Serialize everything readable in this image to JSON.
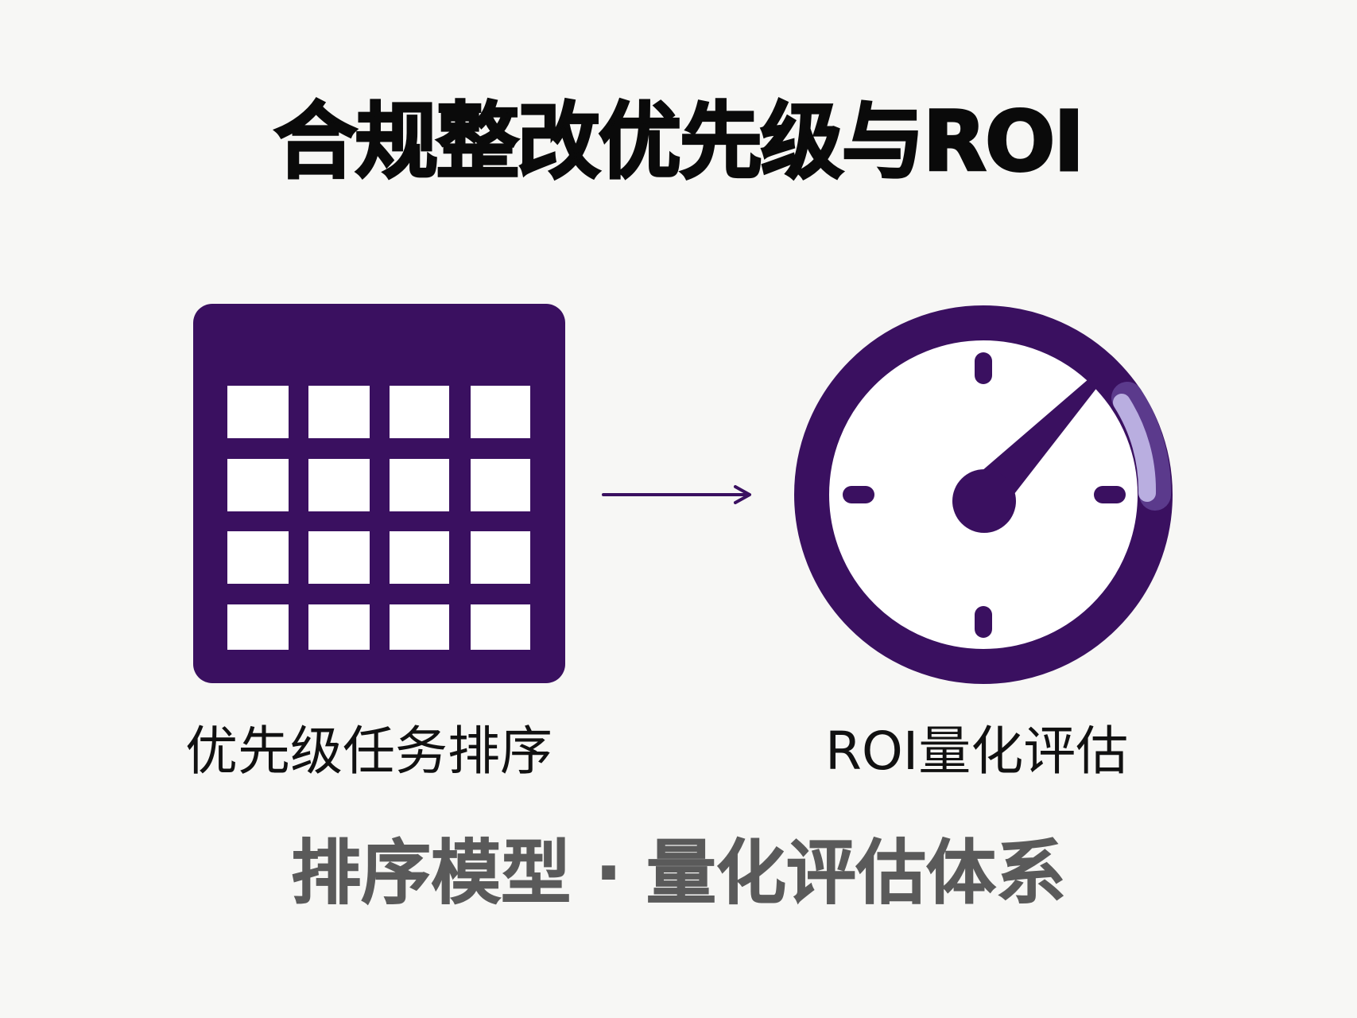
{
  "title": "合规整改优先级与ROI",
  "left_panel": {
    "icon": "priority-grid-icon",
    "grid_rows": 4,
    "grid_cols": 4,
    "label": "优先级任务排序"
  },
  "connector": {
    "icon": "arrow-right-icon"
  },
  "right_panel": {
    "icon": "gauge-dial-icon",
    "label": "ROI量化评估"
  },
  "subtitle": "排序模型 · 量化评估体系",
  "colors": {
    "background": "#f7f7f5",
    "primary_purple": "#3a1060",
    "highlight_lavender": "#b9aee0",
    "highlight_edge": "#5b3a8c",
    "title_text": "#0a0a0a",
    "label_text": "#111111",
    "subtitle_text": "#5a5a5a",
    "cell_fill": "#ffffff"
  }
}
